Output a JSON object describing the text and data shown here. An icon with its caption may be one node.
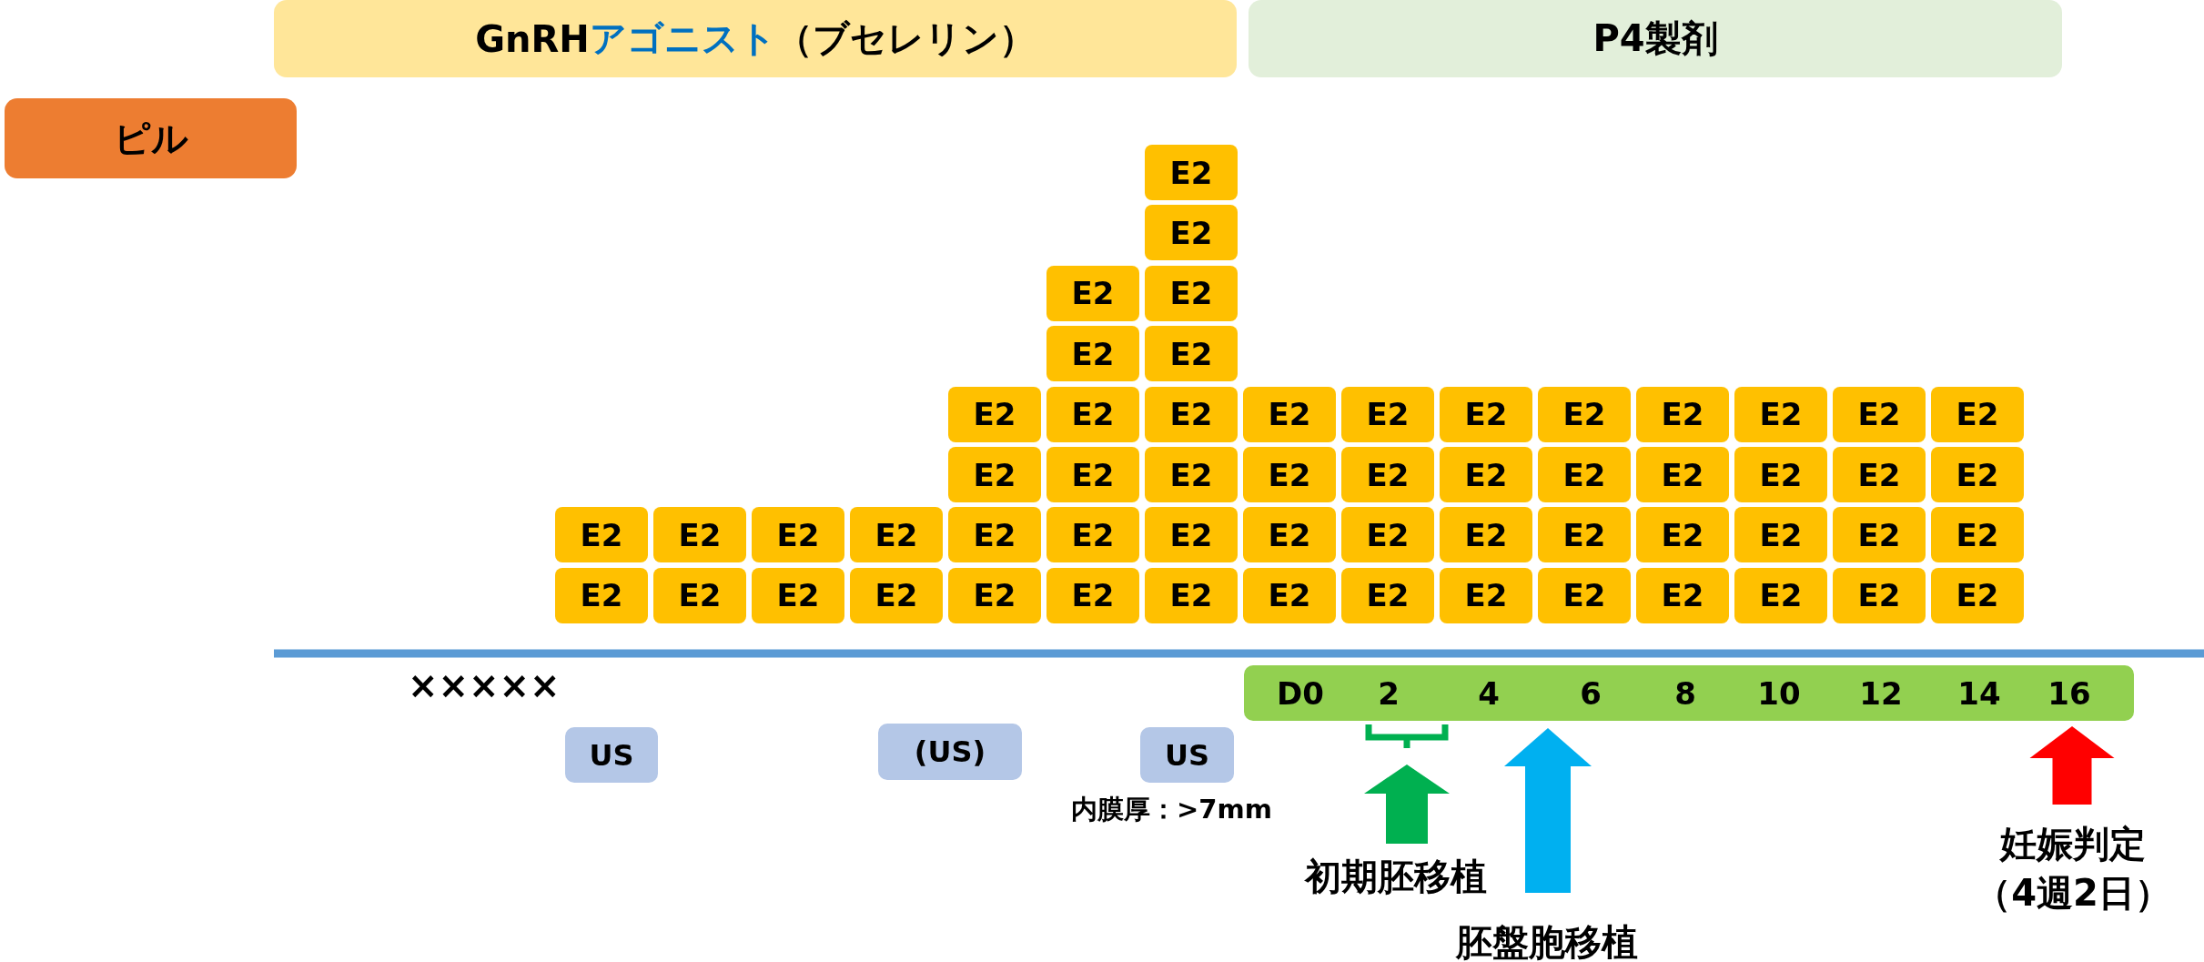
{
  "diagram": {
    "nodes": [
      {
        "text": [
          "GnRH",
          "アゴニスト",
          "（ブセレリン）"
        ]
      },
      {
        "text": [
          "P4製剤"
        ]
      },
      {
        "text": [
          "ピル"
        ]
      },
      {
        "text": [
          "E2"
        ]
      },
      {
        "text": [
          "E2"
        ]
      },
      {
        "text": [
          "E2"
        ]
      },
      {
        "text": [
          "E2"
        ]
      },
      {
        "text": [
          "E2"
        ]
      },
      {
        "text": [
          "E2"
        ]
      },
      {
        "text": [
          "E2"
        ]
      },
      {
        "text": [
          "E2"
        ]
      },
      {
        "text": [
          "E2"
        ]
      },
      {
        "text": [
          "E2"
        ]
      },
      {
        "text": [
          "E2"
        ]
      },
      {
        "text": [
          "E2"
        ]
      },
      {
        "text": [
          "E2"
        ]
      },
      {
        "text": [
          "E2"
        ]
      },
      {
        "text": [
          "E2"
        ]
      },
      {
        "text": [
          "E2"
        ]
      },
      {
        "text": [
          "E2"
        ]
      },
      {
        "text": [
          "E2"
        ]
      },
      {
        "text": [
          "E2"
        ]
      },
      {
        "text": [
          "E2"
        ]
      },
      {
        "text": [
          "E2"
        ]
      },
      {
        "text": [
          "E2"
        ]
      },
      {
        "text": [
          "E2"
        ]
      },
      {
        "text": [
          "E2"
        ]
      },
      {
        "text": [
          "E2"
        ]
      },
      {
        "text": [
          "E2"
        ]
      },
      {
        "text": [
          "E2"
        ]
      },
      {
        "text": [
          "E2"
        ]
      },
      {
        "text": [
          "E2"
        ]
      },
      {
        "text": [
          "E2"
        ]
      },
      {
        "text": [
          "E2"
        ]
      },
      {
        "text": [
          "E2"
        ]
      },
      {
        "text": [
          "E2"
        ]
      },
      {
        "text": [
          "E2"
        ]
      },
      {
        "text": [
          "E2"
        ]
      },
      {
        "text": [
          "E2"
        ]
      },
      {
        "text": [
          "E2"
        ]
      },
      {
        "text": [
          "E2"
        ]
      },
      {
        "text": [
          "E2"
        ]
      },
      {
        "text": [
          "E2"
        ]
      },
      {
        "text": [
          "E2"
        ]
      },
      {
        "text": [
          "E2"
        ]
      },
      {
        "text": [
          "E2"
        ]
      },
      {
        "text": [
          "E2"
        ]
      },
      {
        "text": [
          "E2"
        ]
      },
      {
        "text": [
          "E2"
        ]
      },
      {
        "text": [
          "E2"
        ]
      },
      {
        "text": [
          "E2"
        ]
      },
      {
        "text": [
          "E2"
        ]
      },
      {
        "text": [
          "E2"
        ]
      },
      {
        "text": [
          "E2"
        ]
      },
      {
        "text": [
          "E2"
        ]
      },
      {
        "text": [
          "E2"
        ]
      },
      {
        "text": [
          "E2"
        ]
      },
      {
        "text": [
          "E2"
        ]
      },
      {
        "text": [
          "E2"
        ]
      },
      {
        "text": [
          "E2"
        ]
      },
      {
        "text": [
          "E2"
        ]
      },
      {
        "text": [
          "US"
        ]
      },
      {
        "text": [
          "(US)"
        ]
      },
      {
        "text": [
          "US"
        ],
        "beside": [
          "内膜厚：>7mm"
        ]
      },
      {
        "text": [
          "D0",
          "2",
          "4",
          "6",
          "8",
          "10",
          "12",
          "14",
          "16"
        ]
      },
      {
        "text": [],
        "shape": "bracket"
      },
      {
        "text": [
          "初期胚移植"
        ]
      },
      {
        "text": [
          "胚盤胞移植"
        ]
      },
      {
        "text": [
          "妊娠判定（4週2日）"
        ]
      }
    ],
    "edges": [
      {
        "from": 66,
        "to": 65,
        "arrow": "to",
        "color": "#00b050"
      },
      {
        "from": 67,
        "to": 64,
        "arrow": "to",
        "color": "#00b0f0"
      },
      {
        "from": 68,
        "to": 64,
        "arrow": "to",
        "color": "#ff0000"
      }
    ],
    "labels": [
      "×××××"
    ]
  }
}
